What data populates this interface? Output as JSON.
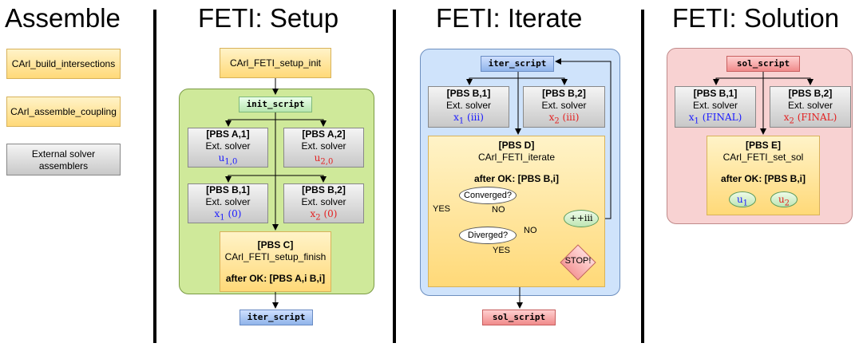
{
  "titles": {
    "assemble": "Assemble",
    "setup": "FETI: Setup",
    "iterate": "FETI: Iterate",
    "solution": "FETI: Solution"
  },
  "assemble": {
    "build_intersections": "CArl_build_intersections",
    "assemble_coupling": "CArl_assemble_coupling",
    "external_solver_l1": "External solver",
    "external_solver_l2": "assemblers"
  },
  "setup": {
    "setup_init": "CArl_FETI_setup_init",
    "init_script": "init_script",
    "pbs_a1": {
      "title": "[PBS A,1]",
      "sub": "Ext. solver",
      "math_base": "u",
      "math_sub": "1,0",
      "math_suffix": ""
    },
    "pbs_a2": {
      "title": "[PBS A,2]",
      "sub": "Ext. solver",
      "math_base": "u",
      "math_sub": "2,0",
      "math_suffix": ""
    },
    "pbs_b1": {
      "title": "[PBS B,1]",
      "sub": "Ext. solver",
      "math_base": "x",
      "math_sub": "1",
      "math_suffix": " (0)"
    },
    "pbs_b2": {
      "title": "[PBS B,2]",
      "sub": "Ext. solver",
      "math_base": "x",
      "math_sub": "2",
      "math_suffix": " (0)"
    },
    "pbs_c": {
      "title": "[PBS C]",
      "program": "CArl_FETI_setup_finish",
      "after": "after OK: [PBS A,i B,i]"
    },
    "iter_script": "iter_script"
  },
  "iterate": {
    "iter_script": "iter_script",
    "pbs_b1": {
      "title": "[PBS B,1]",
      "sub": "Ext. solver",
      "math_base": "x",
      "math_sub": "1",
      "math_suffix": " (iii)"
    },
    "pbs_b2": {
      "title": "[PBS B,2]",
      "sub": "Ext. solver",
      "math_base": "x",
      "math_sub": "2",
      "math_suffix": " (iii)"
    },
    "pbs_d": {
      "title": "[PBS D]",
      "program": "CArl_FETI_iterate",
      "after": "after OK: [PBS B,i]"
    },
    "converged": "Converged?",
    "diverged": "Diverged?",
    "yes1": "YES",
    "no1": "NO",
    "no2": "NO",
    "yes2": "YES",
    "increment": "++iii",
    "stop": "STOP!",
    "sol_script": "sol_script"
  },
  "solution": {
    "sol_script": "sol_script",
    "pbs_b1": {
      "title": "[PBS B,1]",
      "sub": "Ext. solver",
      "math_base": "x",
      "math_sub": "1",
      "math_suffix": " (FINAL)"
    },
    "pbs_b2": {
      "title": "[PBS B,2]",
      "sub": "Ext. solver",
      "math_base": "x",
      "math_sub": "2",
      "math_suffix": " (FINAL)"
    },
    "pbs_e": {
      "title": "[PBS E]",
      "program": "CArl_FETI_set_sol",
      "after": "after OK: [PBS B,i]"
    },
    "u1": {
      "base": "u",
      "sub": "1"
    },
    "u2": {
      "base": "u",
      "sub": "2"
    }
  },
  "colors": {
    "setup_bg": "#cfe99a",
    "iterate_bg": "#cfe3fb",
    "solution_bg": "#f8d2d2",
    "math_blue": "#1a1aff",
    "math_red": "#e31f1f"
  }
}
